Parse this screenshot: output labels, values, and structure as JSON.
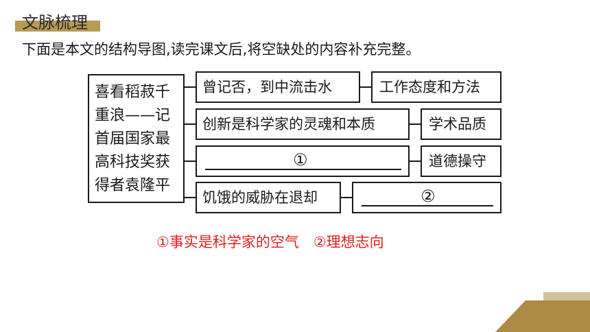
{
  "section_tag": "文脉梳理",
  "intro": "下面是本文的结构导图,读完课文后,将空缺处的内容补充完整。",
  "title_lines": [
    "喜看稻菽千",
    "重浪——记",
    "首届国家最",
    "高科技奖获",
    "得者袁隆平"
  ],
  "rows": [
    {
      "left": "曾记否，到中流击水",
      "right": "工作态度和方法"
    },
    {
      "left": "创新是科学家的灵魂和本质",
      "right": "学术品质"
    },
    {
      "left": "①",
      "right": "道德操守"
    },
    {
      "left": "饥饿的威胁在退却",
      "right": "②"
    }
  ],
  "answer": "①事实是科学家的空气　②理想志向",
  "colors": {
    "tag_bar": "#b79a55",
    "answer": "#e0201c",
    "deco_dark": "#ad8a46",
    "deco_light": "#d3c39b"
  }
}
